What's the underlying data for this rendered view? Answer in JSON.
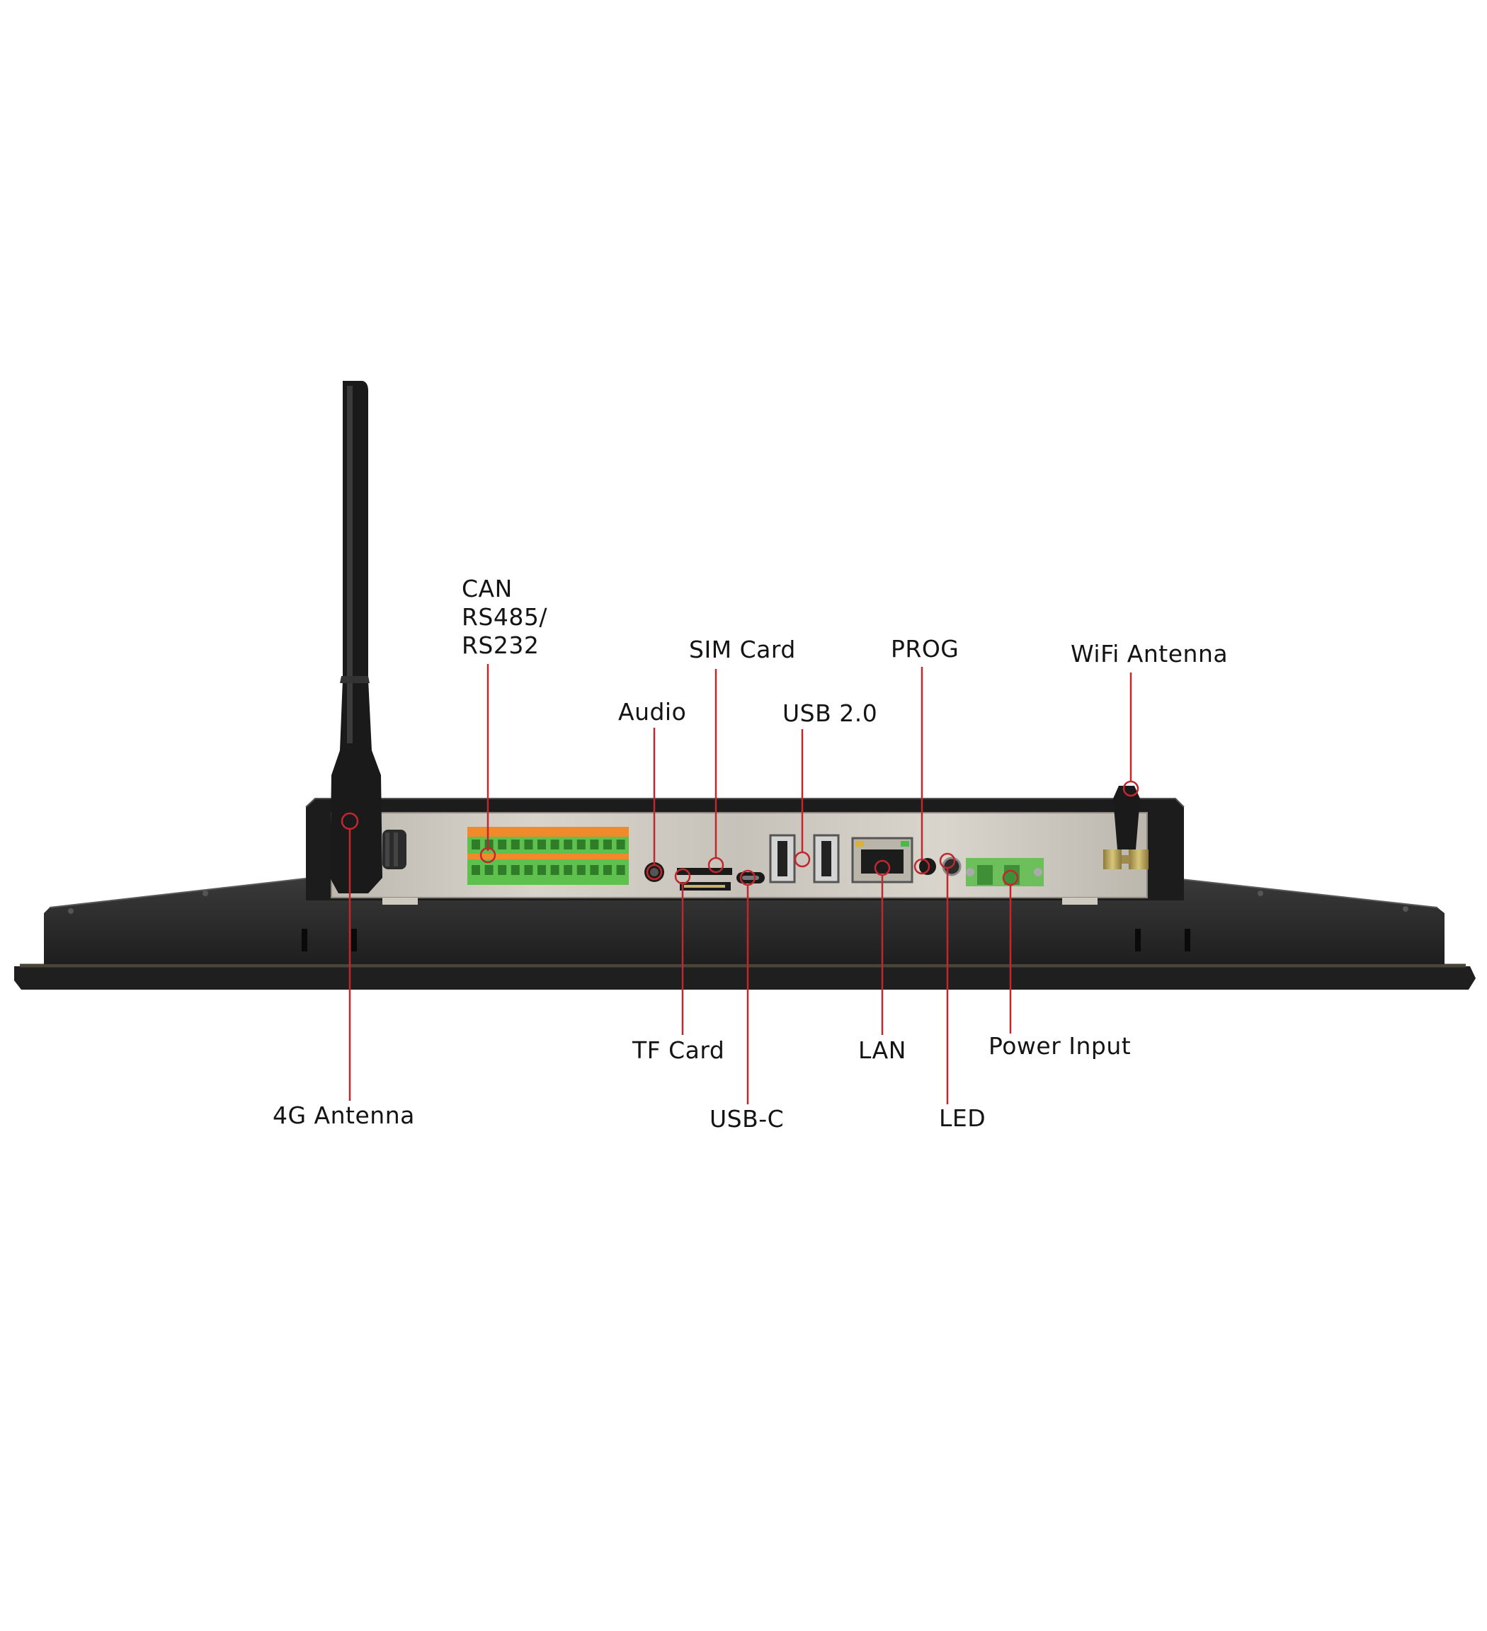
{
  "labels": {
    "can": [
      "CAN",
      "RS485/",
      "RS232"
    ],
    "sim_card": "SIM Card",
    "prog": "PROG",
    "wifi_antenna": "WiFi Antenna",
    "audio": "Audio",
    "usb_2_0": "USB 2.0",
    "tf_card": "TF Card",
    "usb_c": "USB-C",
    "lan": "LAN",
    "power_input": "Power Input",
    "led": "LED",
    "antenna_4g": "4G Antenna"
  },
  "colors": {
    "callout": "#c1272d",
    "device_body": "#2a2a2a",
    "device_edge": "#111111",
    "io_plate": "#c9c5bd",
    "terminal_green": "#6ccf5a",
    "terminal_orange": "#f08a2b",
    "label_text": "#141414"
  }
}
